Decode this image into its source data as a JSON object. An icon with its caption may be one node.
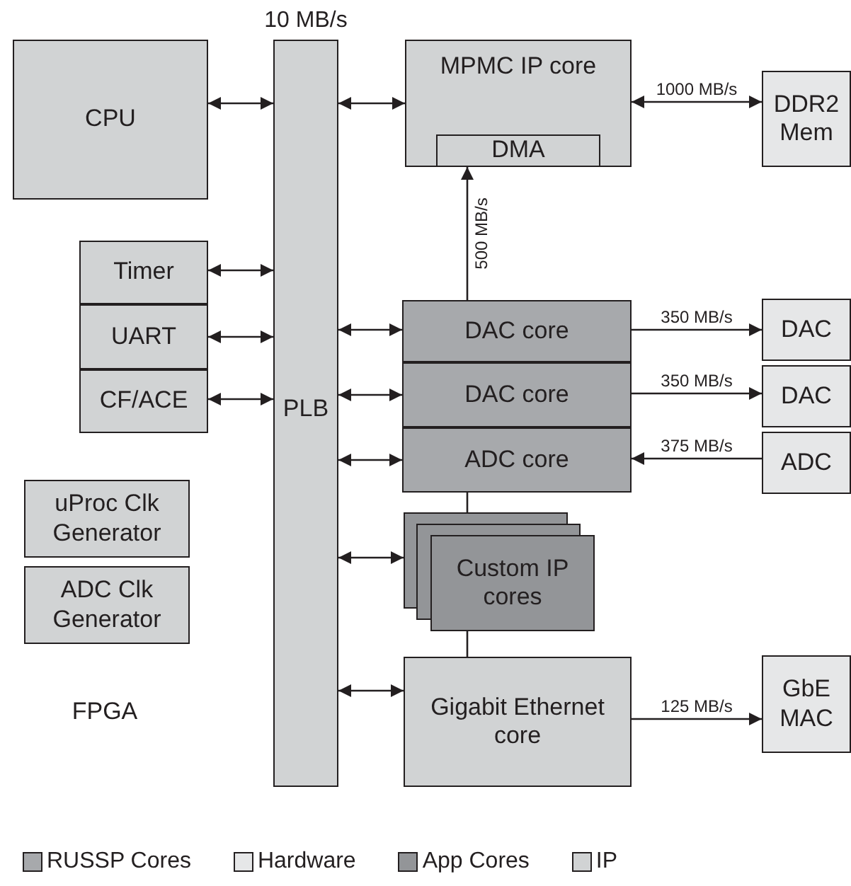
{
  "diagram": {
    "nodes": [
      {
        "text": [
          "CPU"
        ]
      },
      {
        "text": [
          "PLB"
        ],
        "beside": [
          "10 MB/s"
        ]
      },
      {
        "text": [
          "MPMC IP core"
        ]
      },
      {
        "text": [
          "DMA"
        ],
        "in": 2
      },
      {
        "text": [
          "DDR2 Mem"
        ]
      },
      {
        "text": [
          "Timer"
        ]
      },
      {
        "text": [
          "UART"
        ]
      },
      {
        "text": [
          "CF/ACE"
        ]
      },
      {
        "text": [
          "DAC core"
        ]
      },
      {
        "text": [
          "DAC core"
        ]
      },
      {
        "text": [
          "ADC core"
        ]
      },
      {
        "text": [
          "DAC"
        ]
      },
      {
        "text": [
          "DAC"
        ]
      },
      {
        "text": [
          "ADC"
        ]
      },
      {
        "text": [
          "uProc Clk Generator"
        ]
      },
      {
        "text": [
          "ADC Clk Generator"
        ]
      },
      {
        "text": [
          "Custom IP cores"
        ]
      },
      {
        "text": [
          "Gigabit Ethernet core"
        ]
      },
      {
        "text": [
          "GbE MAC"
        ]
      }
    ],
    "edges": [
      {
        "from": 0,
        "to": 1,
        "arrow": "both"
      },
      {
        "from": 1,
        "to": 2,
        "arrow": "both"
      },
      {
        "from": 2,
        "to": 4,
        "arrow": "both",
        "label": "1000 MB/s"
      },
      {
        "from": 8,
        "to": 3,
        "arrow": "to",
        "label": "500 MB/s"
      },
      {
        "from": 5,
        "to": 1,
        "arrow": "both"
      },
      {
        "from": 6,
        "to": 1,
        "arrow": "both"
      },
      {
        "from": 7,
        "to": 1,
        "arrow": "both"
      },
      {
        "from": 1,
        "to": 8,
        "arrow": "both"
      },
      {
        "from": 1,
        "to": 9,
        "arrow": "both"
      },
      {
        "from": 1,
        "to": 10,
        "arrow": "both"
      },
      {
        "from": 8,
        "to": 11,
        "arrow": "to",
        "label": "350 MB/s"
      },
      {
        "from": 9,
        "to": 12,
        "arrow": "to",
        "label": "350 MB/s"
      },
      {
        "from": 13,
        "to": 10,
        "arrow": "to",
        "label": "375 MB/s"
      },
      {
        "from": 1,
        "to": 16,
        "arrow": "both"
      },
      {
        "from": 1,
        "to": 17,
        "arrow": "both"
      },
      {
        "from": 17,
        "to": 18,
        "arrow": "to",
        "label": "125 MB/s"
      },
      {
        "from": 10,
        "to": 16,
        "arrow": "none"
      },
      {
        "from": 16,
        "to": 17,
        "arrow": "none"
      }
    ],
    "labels": [
      "FPGA"
    ],
    "legend": [
      {
        "text": "RUSSP Cores",
        "color": "#a7a9ac"
      },
      {
        "text": "Hardware",
        "color": "#e6e7e8"
      },
      {
        "text": "App Cores",
        "color": "#939598"
      },
      {
        "text": "IP",
        "color": "#d1d3d4"
      }
    ]
  }
}
